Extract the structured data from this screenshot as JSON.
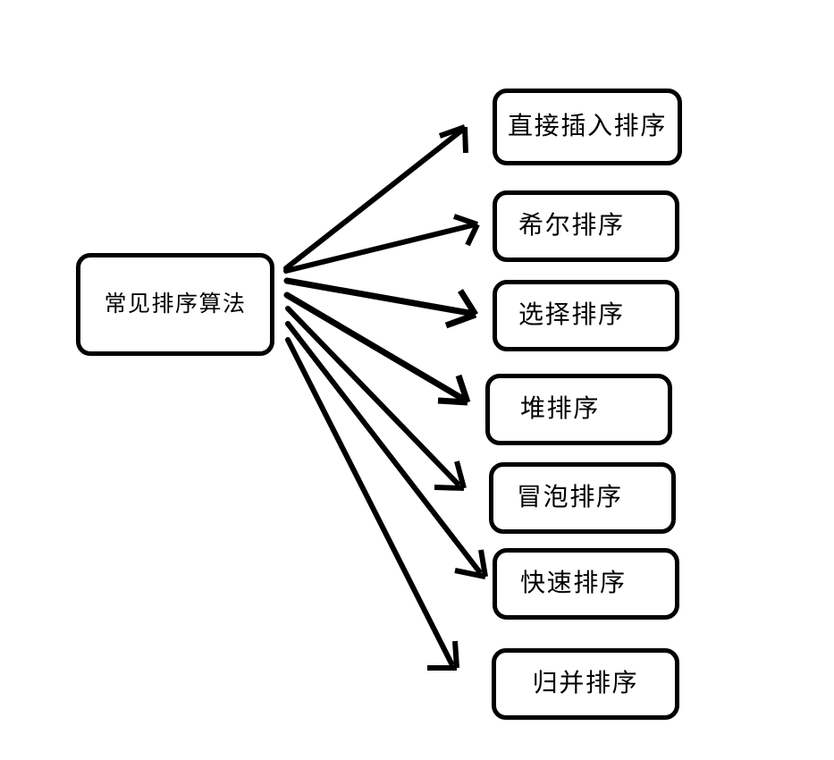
{
  "diagram": {
    "title_node": {
      "id": "root",
      "label": "常见排序算法"
    },
    "nodes": [
      {
        "id": "leaf-1",
        "label": "直接插入排序"
      },
      {
        "id": "leaf-2",
        "label": "希尔排序"
      },
      {
        "id": "leaf-3",
        "label": "选择排序"
      },
      {
        "id": "leaf-4",
        "label": "堆排序"
      },
      {
        "id": "leaf-5",
        "label": "冒泡排序"
      },
      {
        "id": "leaf-6",
        "label": "快速排序"
      },
      {
        "id": "leaf-7",
        "label": "归并排序"
      }
    ],
    "edges": [
      {
        "from": "root",
        "to": "leaf-1"
      },
      {
        "from": "root",
        "to": "leaf-2"
      },
      {
        "from": "root",
        "to": "leaf-3"
      },
      {
        "from": "root",
        "to": "leaf-4"
      },
      {
        "from": "root",
        "to": "leaf-5"
      },
      {
        "from": "root",
        "to": "leaf-6"
      },
      {
        "from": "root",
        "to": "leaf-7"
      }
    ],
    "style": {
      "background_color": "#ffffff",
      "stroke_color": "#000000",
      "node_fill": "#ffffff",
      "text_color": "#000000"
    }
  }
}
